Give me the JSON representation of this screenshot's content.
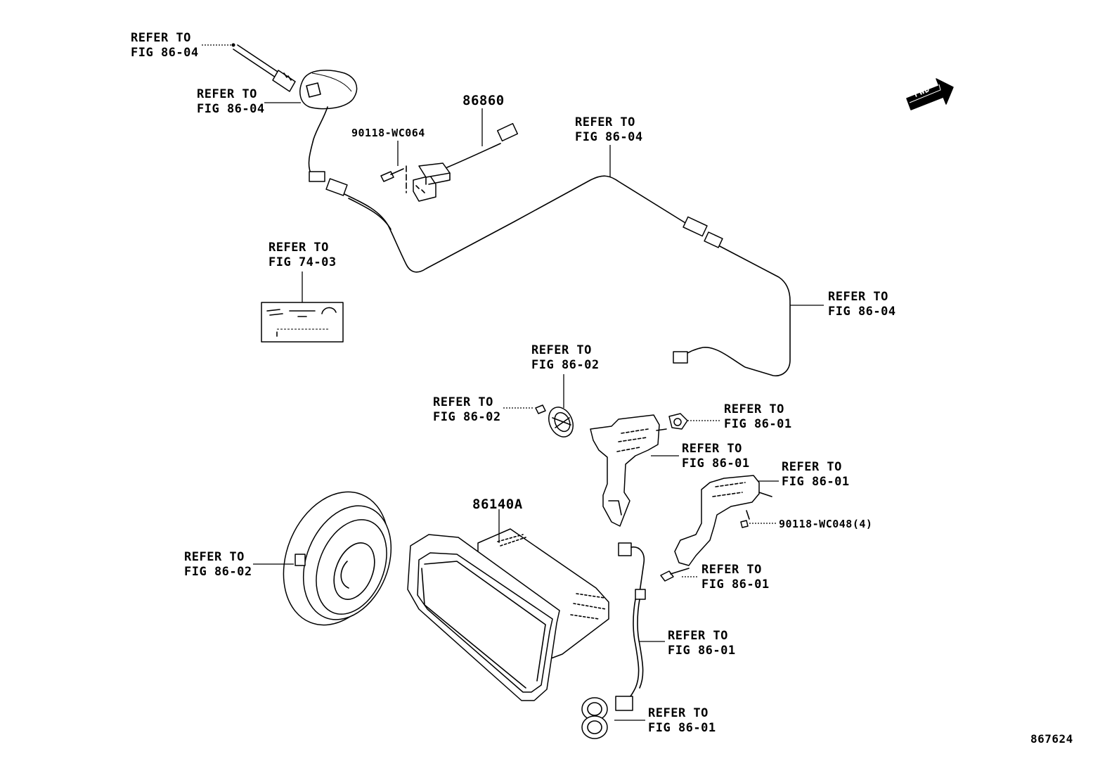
{
  "refer_to": "REFER TO",
  "callouts": {
    "antenna_rod": "FIG 86-04",
    "antenna_base": "FIG 86-04",
    "antenna_cable_upper": "FIG 86-04",
    "antenna_cable_right": "FIG 86-04",
    "label_plate": "FIG 74-03",
    "knob_top": "FIG 86-02",
    "knob_screw": "FIG 86-02",
    "clip_nut": "FIG 86-01",
    "bracket_left": "FIG 86-01",
    "bracket_right": "FIG 86-01",
    "bracket_screw": "FIG 86-01",
    "usb_harness": "FIG 86-01",
    "usb_socket": "FIG 86-01",
    "speaker": "FIG 86-02"
  },
  "part_numbers": {
    "module": "86860",
    "module_screw": "90118-WC064",
    "head_unit": "86140A",
    "bracket_screws": "90118-WC048(4)"
  },
  "fwd_badge": "FWD",
  "illustration_id": "867624",
  "icons": [
    "antenna-icon",
    "wire-harness-icon",
    "speaker-icon",
    "head-unit-icon",
    "bracket-icon",
    "usb-socket-icon",
    "fwd-arrow-icon"
  ]
}
